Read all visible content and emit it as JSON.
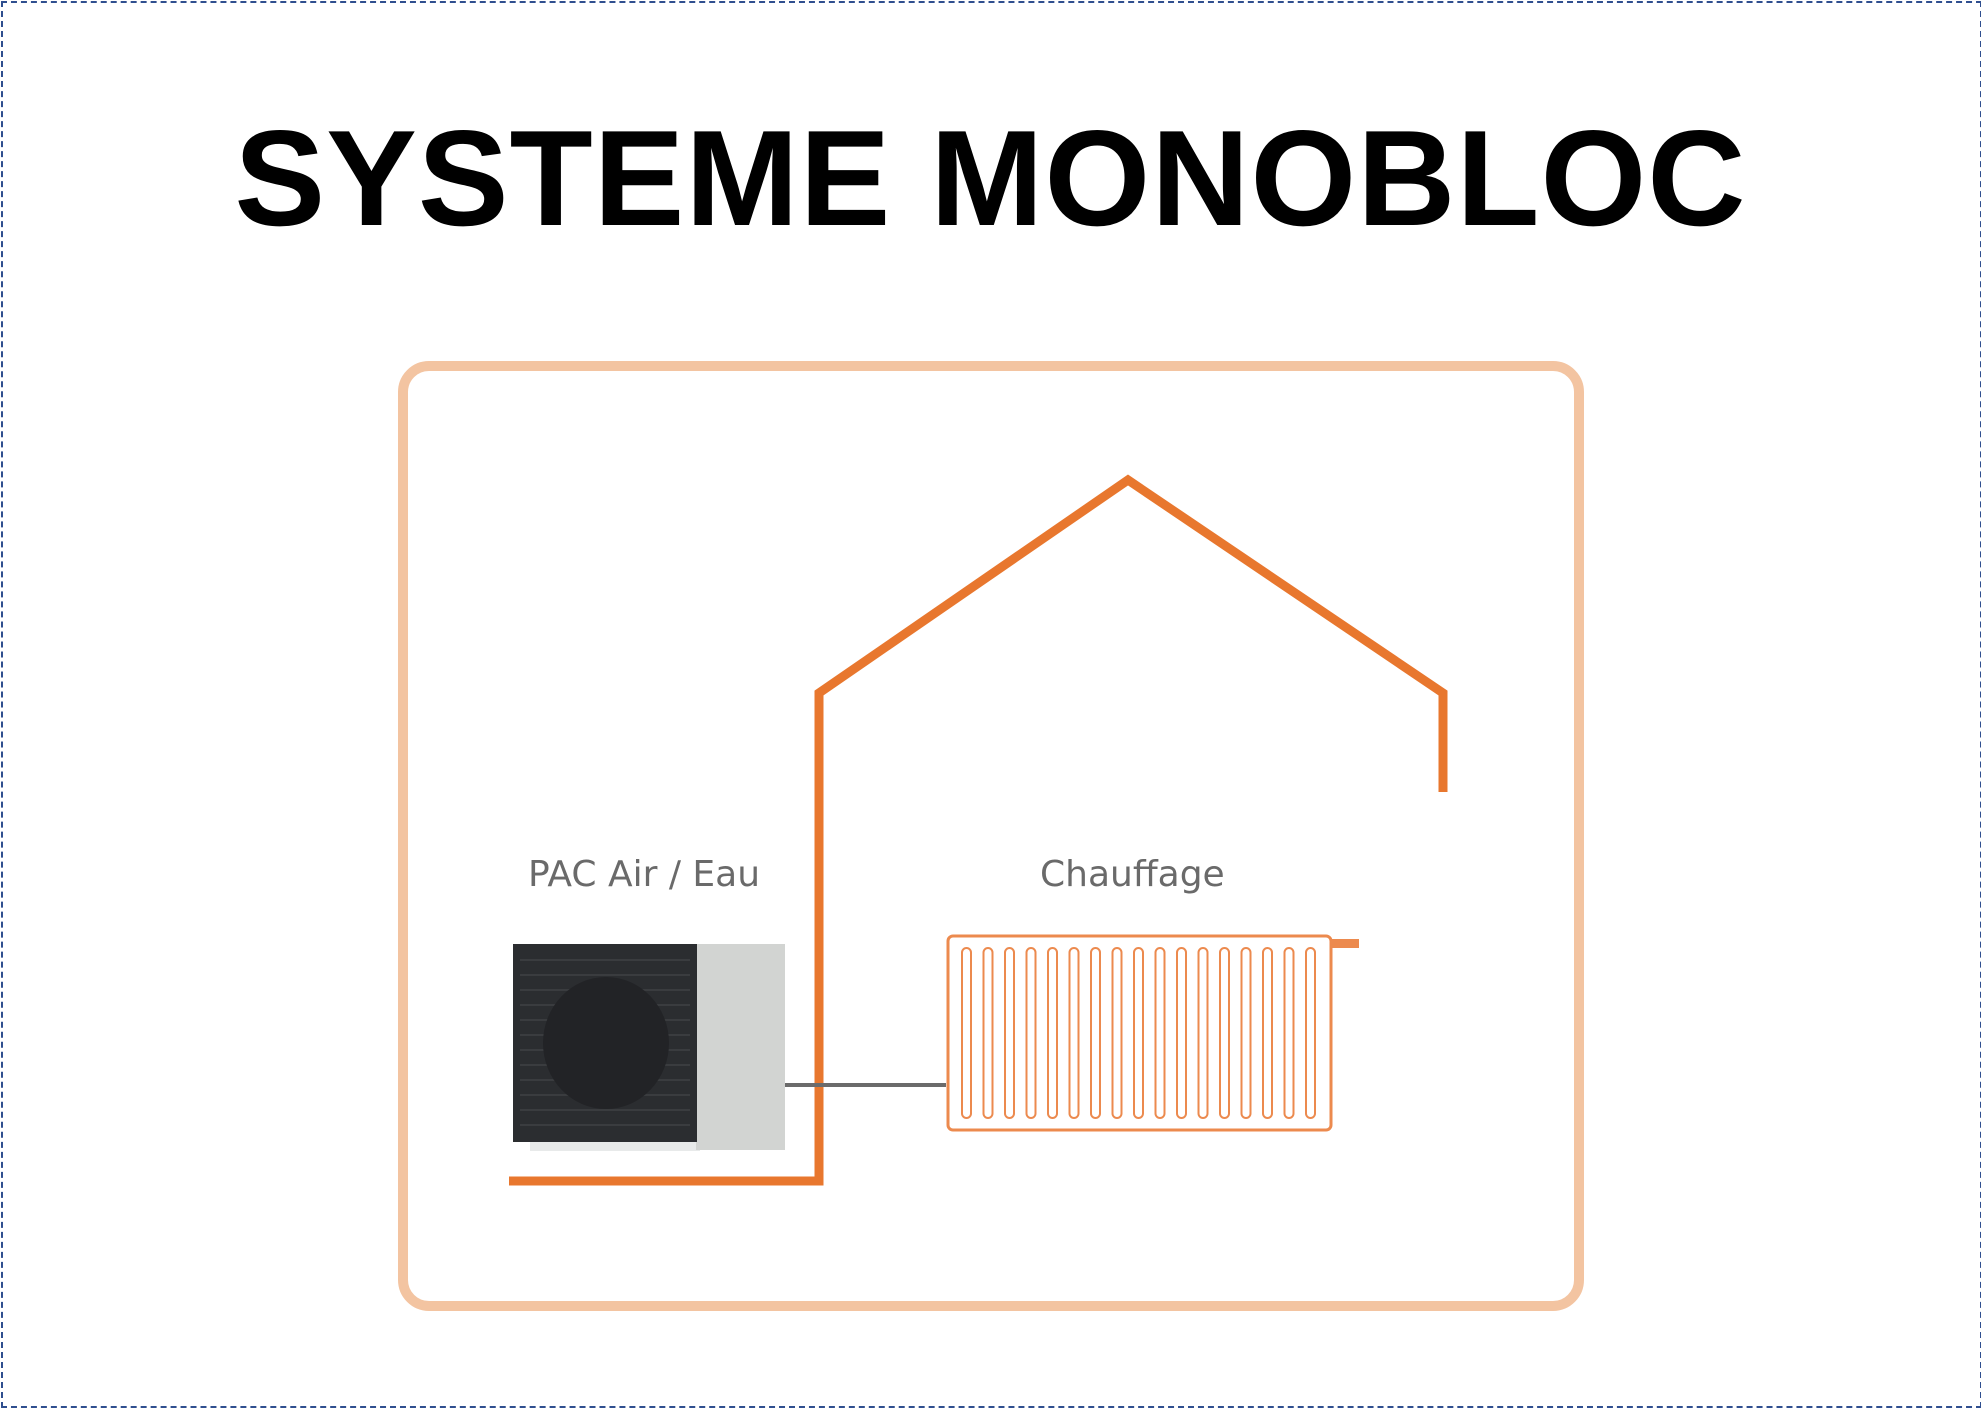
{
  "title": "SYSTEME MONOBLOC",
  "labels": {
    "heat_pump": "PAC Air / Eau",
    "heating": "Chauffage"
  },
  "colors": {
    "house_line": "#e8772e",
    "outer_frame": "#f3c4a1",
    "radiator": "#ec8a4e",
    "page_border": "#2f4f8f"
  }
}
